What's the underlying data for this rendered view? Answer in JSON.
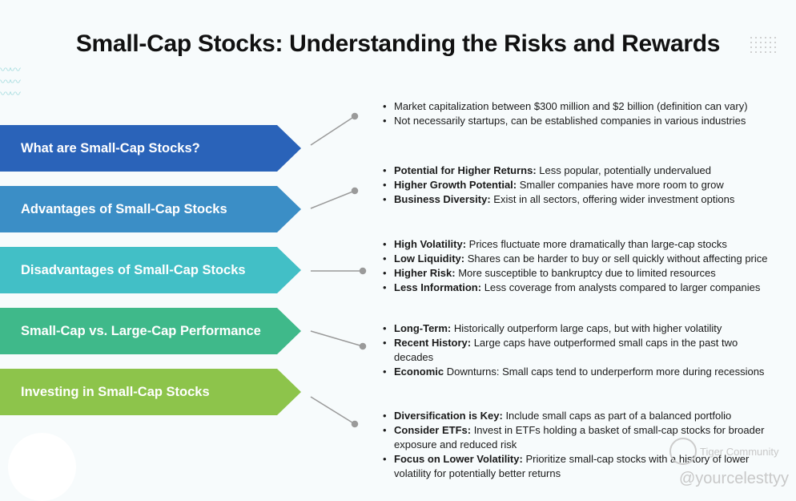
{
  "title": "Small-Cap Stocks: Understanding the Risks and Rewards",
  "sections": [
    {
      "label": "What are Small-Cap Stocks?",
      "color": "#2a63b9",
      "bullets": [
        {
          "bold": "",
          "text": "Market capitalization between $300 million and $2 billion (definition can vary)"
        },
        {
          "bold": "",
          "text": "Not necessarily startups, can be established companies in various industries"
        }
      ]
    },
    {
      "label": "Advantages of Small-Cap Stocks",
      "color": "#3b8ec6",
      "bullets": [
        {
          "bold": "Potential for Higher Returns:",
          "text": " Less popular, potentially undervalued"
        },
        {
          "bold": "Higher Growth Potential:",
          "text": " Smaller companies have more room to grow"
        },
        {
          "bold": "Business Diversity:",
          "text": " Exist in all sectors, offering wider investment options"
        }
      ]
    },
    {
      "label": "Disadvantages of Small-Cap Stocks",
      "color": "#42bfc6",
      "bullets": [
        {
          "bold": "High Volatility:",
          "text": " Prices fluctuate more dramatically than large-cap stocks"
        },
        {
          "bold": "Low Liquidity:",
          "text": " Shares can be harder to buy or sell quickly without affecting price"
        },
        {
          "bold": "Higher Risk:",
          "text": " More susceptible to bankruptcy due to limited resources"
        },
        {
          "bold": "Less Information:",
          "text": " Less coverage from analysts compared to larger companies"
        }
      ]
    },
    {
      "label": "Small-Cap vs. Large-Cap Performance",
      "color": "#3fb98a",
      "bullets": [
        {
          "bold": "Long-Term:",
          "text": " Historically outperform large caps, but with higher volatility"
        },
        {
          "bold": "Recent History:",
          "text": " Large caps have outperformed small caps in the past two decades"
        },
        {
          "bold": "Economic",
          "text": " Downturns: Small caps tend to underperform more during recessions"
        }
      ]
    },
    {
      "label": "Investing in Small-Cap Stocks",
      "color": "#8dc44b",
      "bullets": [
        {
          "bold": "Diversification is Key:",
          "text": " Include small caps as part of a balanced portfolio"
        },
        {
          "bold": "Consider ETFs:",
          "text": " Invest in ETFs holding a basket of small-cap stocks for broader exposure and reduced risk"
        },
        {
          "bold": "Focus on Lower Volatility:",
          "text": " Prioritize small-cap stocks with a history of lower volatility for potentially better returns"
        }
      ]
    }
  ],
  "watermark": {
    "brand": "Tiger Community",
    "handle": "@yourcelesttyy"
  }
}
